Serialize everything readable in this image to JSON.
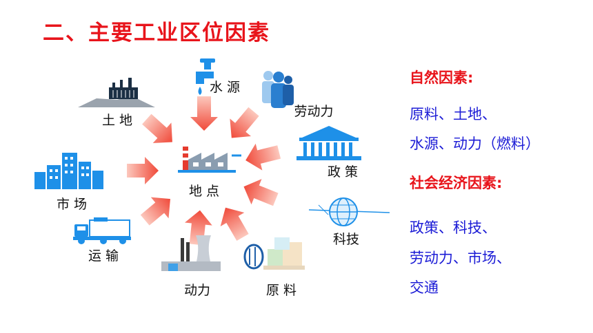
{
  "title": "二、主要工业区位因素",
  "diagram": {
    "center_label": "地  点",
    "factors": {
      "water": "水 源",
      "land": "土  地",
      "labor": "劳动力",
      "policy": "政  策",
      "market": "市 场",
      "transport": "运  输",
      "tech": "科技",
      "power": "动力",
      "material": "原  料"
    }
  },
  "natural": {
    "heading": "自然因素:",
    "line1": "原料、土地、",
    "line2": "水源、动力（燃料）"
  },
  "social": {
    "heading": "社会经济因素:",
    "line1": "政策、科技、",
    "line2": "劳动力、市场、",
    "line3": "交通"
  },
  "colors": {
    "title_red": "#e8141b",
    "text_blue": "#1c1cd6",
    "icon_blue": "#1e90e8",
    "arrow_red": "#f04a3a",
    "arrow_light": "#fcc8bd"
  }
}
